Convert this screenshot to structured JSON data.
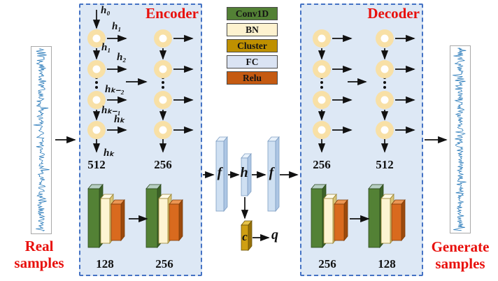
{
  "titles": {
    "encoder": "Encoder",
    "decoder": "Decoder"
  },
  "captions": {
    "real_line1": "Real",
    "real_line2": "samples",
    "gen_line1": "Generate",
    "gen_line2": "samples"
  },
  "legend": {
    "items": [
      {
        "label": "Conv1D",
        "color": "#538135"
      },
      {
        "label": "BN",
        "color": "#fdf2cf"
      },
      {
        "label": "Cluster",
        "color": "#bf9000"
      },
      {
        "label": "FC",
        "color": "#dae3f3"
      },
      {
        "label": "Relu",
        "color": "#c55a11"
      }
    ]
  },
  "labels": {
    "h0": "h₀",
    "h1_right": "h₁",
    "h1_down": "h₁",
    "h2_right": "h₂",
    "hk2_right": "hₖ₋₂",
    "hk1_down": "hₖ₋₁",
    "hk_right": "hₖ",
    "hk_bottom": "hₖ",
    "fc_in": "f",
    "latent": "h",
    "fc_out": "f",
    "cluster": "c",
    "q_out": "q"
  },
  "dims": {
    "enc_col1": "512",
    "enc_col2": "256",
    "enc_conv1": "128",
    "enc_conv2": "256",
    "dec_col1": "256",
    "dec_col2": "512",
    "dec_conv1": "256",
    "dec_conv2": "128"
  },
  "colors": {
    "box_fill": "#dde8f5",
    "box_border": "#4472c4",
    "node_ring": "#f8e0a6",
    "arrow": "#111111",
    "accent_red": "#e8100c",
    "wave": "#2b7bba",
    "conv_front": "#538135",
    "conv_side": "#3c6127",
    "conv_top": "#b7cfc3",
    "bn_front": "#fdf4d2",
    "bn_side": "#d8c375",
    "bn_top": "#fffbe8",
    "relu_front": "#d96a1e",
    "relu_side": "#9c4a0d",
    "relu_top": "#ec9552",
    "fc_front": "#cfe0f2",
    "fc_side": "#adc6e4",
    "fc_top": "#e9f2fb",
    "fc_stroke": "#7d9dc2",
    "cluster_front": "#cf9f13",
    "cluster_side": "#96700a",
    "cluster_top": "#e6c34a",
    "cluster_stroke": "#6b5207"
  }
}
